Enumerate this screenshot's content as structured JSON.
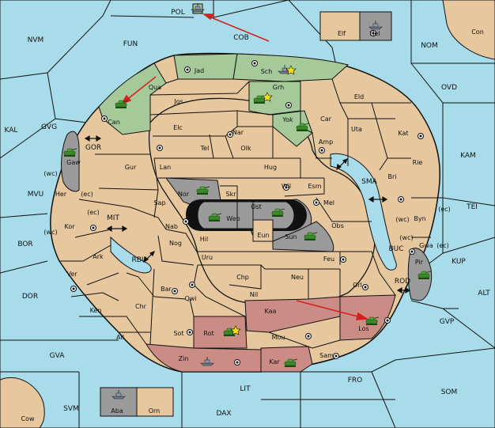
{
  "colors": {
    "sea": "#a8dcea",
    "land": "#e6c79e",
    "player_green": "#a6c99a",
    "player_red": "#cc8c86",
    "player_grey": "#9a9a9a",
    "border": "#111111",
    "arrow": "#d42020"
  },
  "sea_regions": [
    {
      "id": "POL",
      "label": "POL"
    },
    {
      "id": "COB",
      "label": "COB"
    },
    {
      "id": "NVM",
      "label": "NVM"
    },
    {
      "id": "FUN",
      "label": "FUN"
    },
    {
      "id": "NOM",
      "label": "NOM"
    },
    {
      "id": "OVD",
      "label": "OVD"
    },
    {
      "id": "KAL",
      "label": "KAL"
    },
    {
      "id": "GVG",
      "label": "GVG"
    },
    {
      "id": "KAM",
      "label": "KAM"
    },
    {
      "id": "TEI",
      "label": "TEI"
    },
    {
      "id": "MVU",
      "label": "MVU"
    },
    {
      "id": "BOR",
      "label": "BOR"
    },
    {
      "id": "KUP",
      "label": "KUP"
    },
    {
      "id": "ALT",
      "label": "ALT"
    },
    {
      "id": "DOR",
      "label": "DOR"
    },
    {
      "id": "GVP",
      "label": "GVP"
    },
    {
      "id": "GVA",
      "label": "GVA"
    },
    {
      "id": "FRO",
      "label": "FRO"
    },
    {
      "id": "SOM",
      "label": "SOM"
    },
    {
      "id": "LIT",
      "label": "LIT"
    },
    {
      "id": "SVM",
      "label": "SVM"
    },
    {
      "id": "DAX",
      "label": "DAX"
    },
    {
      "id": "MIT",
      "label": "MIT"
    },
    {
      "id": "GOR",
      "label": "GOR"
    },
    {
      "id": "RBU",
      "label": "RBU"
    },
    {
      "id": "SMA",
      "label": "SMA"
    },
    {
      "id": "BUC",
      "label": "BUC"
    },
    {
      "id": "ROD",
      "label": "ROD"
    }
  ],
  "land_regions": [
    {
      "id": "Jad",
      "label": "Jad"
    },
    {
      "id": "Sch",
      "label": "Sch"
    },
    {
      "id": "Qua",
      "label": "Qua"
    },
    {
      "id": "Grh",
      "label": "Grh"
    },
    {
      "id": "Jos",
      "label": "Jos"
    },
    {
      "id": "Eld",
      "label": "Eld"
    },
    {
      "id": "Can",
      "label": "Can"
    },
    {
      "id": "Elc",
      "label": "Elc"
    },
    {
      "id": "Nar",
      "label": "Nar"
    },
    {
      "id": "Yok",
      "label": "Yok"
    },
    {
      "id": "Car",
      "label": "Car"
    },
    {
      "id": "Uta",
      "label": "Uta"
    },
    {
      "id": "Kat",
      "label": "Kat"
    },
    {
      "id": "Tel",
      "label": "Tel"
    },
    {
      "id": "Olk",
      "label": "Olk"
    },
    {
      "id": "Amp",
      "label": "Amp"
    },
    {
      "id": "Gaw",
      "label": "Gaw"
    },
    {
      "id": "Gur",
      "label": "Gur"
    },
    {
      "id": "Lan",
      "label": "Lan"
    },
    {
      "id": "Hug",
      "label": "Hug"
    },
    {
      "id": "Rie",
      "label": "Rie"
    },
    {
      "id": "Bri",
      "label": "Bri"
    },
    {
      "id": "Wil",
      "label": "Wil"
    },
    {
      "id": "Esm",
      "label": "Esm"
    },
    {
      "id": "Her",
      "label": "Her"
    },
    {
      "id": "Nor",
      "label": "Nor"
    },
    {
      "id": "Skr",
      "label": "Skr"
    },
    {
      "id": "Sap",
      "label": "Sap"
    },
    {
      "id": "Ost",
      "label": "Ost"
    },
    {
      "id": "Mel",
      "label": "Mel"
    },
    {
      "id": "Web",
      "label": "Web"
    },
    {
      "id": "Byn",
      "label": "Byn"
    },
    {
      "id": "Kor",
      "label": "Kor"
    },
    {
      "id": "Nab",
      "label": "Nab"
    },
    {
      "id": "Eun",
      "label": "Eun"
    },
    {
      "id": "Obs",
      "label": "Obs"
    },
    {
      "id": "Hil",
      "label": "Hil"
    },
    {
      "id": "Sun",
      "label": "Sun"
    },
    {
      "id": "Gwa",
      "label": "Gwa"
    },
    {
      "id": "Ark",
      "label": "Ark"
    },
    {
      "id": "Nog",
      "label": "Nog"
    },
    {
      "id": "Uru",
      "label": "Uru"
    },
    {
      "id": "Feu",
      "label": "Feu"
    },
    {
      "id": "Pir",
      "label": "Pir"
    },
    {
      "id": "Ver",
      "label": "Ver"
    },
    {
      "id": "Chp",
      "label": "Chp"
    },
    {
      "id": "Neu",
      "label": "Neu"
    },
    {
      "id": "Orl",
      "label": "Orl"
    },
    {
      "id": "Bar",
      "label": "Bar"
    },
    {
      "id": "Nil",
      "label": "Nil"
    },
    {
      "id": "Qwi",
      "label": "Qwi"
    },
    {
      "id": "Chr",
      "label": "Chr"
    },
    {
      "id": "Kaa",
      "label": "Kaa"
    },
    {
      "id": "Ken",
      "label": "Ken"
    },
    {
      "id": "Los",
      "label": "Los"
    },
    {
      "id": "Rot",
      "label": "Rot"
    },
    {
      "id": "Sot",
      "label": "Sot"
    },
    {
      "id": "Ail",
      "label": "Ail"
    },
    {
      "id": "Mou",
      "label": "Mou"
    },
    {
      "id": "Sam",
      "label": "Sam"
    },
    {
      "id": "Zin",
      "label": "Zin"
    },
    {
      "id": "Kar",
      "label": "Kar"
    },
    {
      "id": "Elf",
      "label": "Elf"
    },
    {
      "id": "Hel",
      "label": "Hel"
    },
    {
      "id": "Con",
      "label": "Con"
    },
    {
      "id": "Aba",
      "label": "Aba"
    },
    {
      "id": "Orn",
      "label": "Orn"
    },
    {
      "id": "Cow",
      "label": "Cow"
    }
  ],
  "coast_notes": [
    {
      "id": "wc-her",
      "label": "(wc)"
    },
    {
      "id": "ec-her",
      "label": "(ec)"
    },
    {
      "id": "ec-kor",
      "label": "(ec)"
    },
    {
      "id": "wc-kor",
      "label": "(wc)"
    },
    {
      "id": "ec-byn",
      "label": "(ec)"
    },
    {
      "id": "wc-byn",
      "label": "(wc)"
    },
    {
      "id": "wc-gwa",
      "label": "(wc)"
    },
    {
      "id": "ec-gwa",
      "label": "(ec)"
    }
  ],
  "units": [
    {
      "region": "Can",
      "type": "army",
      "owner": "green"
    },
    {
      "region": "Grh",
      "type": "army",
      "owner": "green"
    },
    {
      "region": "Yok",
      "type": "army",
      "owner": "green"
    },
    {
      "region": "Gaw",
      "type": "army",
      "owner": "green"
    },
    {
      "region": "Sch",
      "type": "fleet",
      "owner": "grey"
    },
    {
      "region": "POL",
      "type": "fleet",
      "owner": "grey"
    },
    {
      "region": "Hel",
      "type": "fleet",
      "owner": "grey"
    },
    {
      "region": "Nor",
      "type": "army",
      "owner": "green"
    },
    {
      "region": "Web",
      "type": "army",
      "owner": "green"
    },
    {
      "region": "Ost",
      "type": "army",
      "owner": "green"
    },
    {
      "region": "Sun",
      "type": "army",
      "owner": "green"
    },
    {
      "region": "Pir",
      "type": "army",
      "owner": "green"
    },
    {
      "region": "Los",
      "type": "army",
      "owner": "green"
    },
    {
      "region": "Rot",
      "type": "army",
      "owner": "green"
    },
    {
      "region": "Zin",
      "type": "fleet",
      "owner": "grey"
    },
    {
      "region": "Kar",
      "type": "army",
      "owner": "green"
    },
    {
      "region": "Aba",
      "type": "fleet",
      "owner": "grey"
    }
  ]
}
